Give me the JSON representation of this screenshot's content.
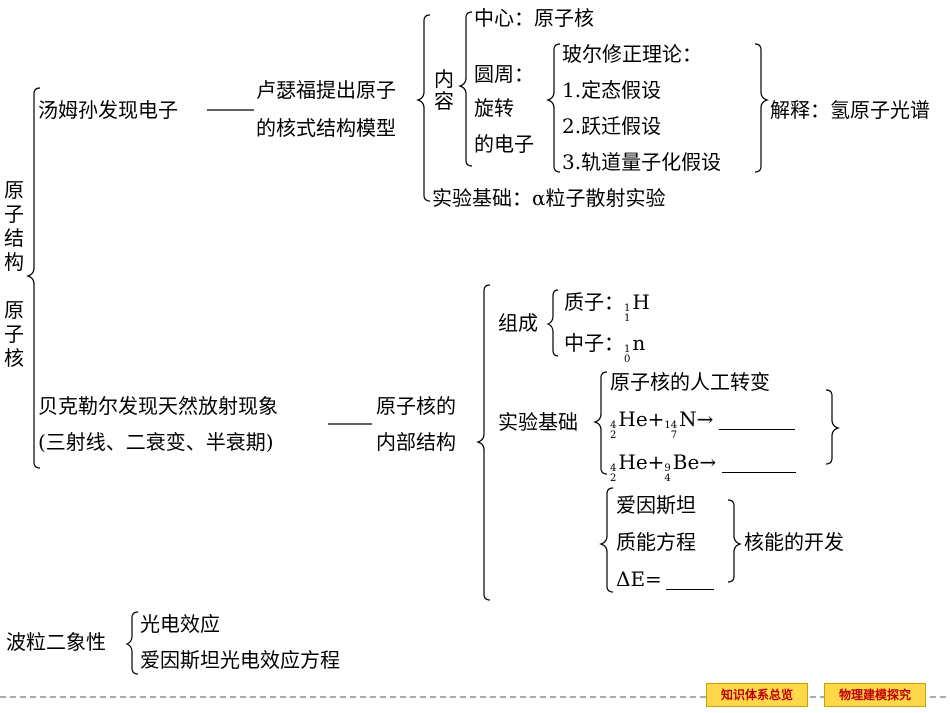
{
  "root": {
    "part1": "原子结构",
    "part2": "原子核",
    "part3": "波粒二象性"
  },
  "atom_structure": {
    "discovery": "汤姆孙发现电子",
    "rutherford_line1": "卢瑟福提出原子",
    "rutherford_line2": "的核式结构模型",
    "content_label": "内容",
    "center": "中心：原子核",
    "orbit_line1": "圆周：",
    "orbit_line2": "旋转",
    "orbit_line3": "的电子",
    "bohr_title": "玻尔修正理论：",
    "bohr_items": [
      "1.定态假设",
      "2.跃迁假设",
      "3.轨道量子化假设"
    ],
    "explain": "解释：氢原子光谱",
    "experiment": "实验基础：α粒子散射实验"
  },
  "nucleus": {
    "discovery_line1": "贝克勒尔发现天然放射现象",
    "discovery_line2": "(三射线、二衰变、半衰期)",
    "inner_line1": "原子核的",
    "inner_line2": "内部结构",
    "composition_label": "组成",
    "proton": "质子：",
    "proton_symbol": "H",
    "proton_mass": "1",
    "proton_charge": "1",
    "neutron": "中子：",
    "neutron_symbol": "n",
    "neutron_mass": "1",
    "neutron_charge": "0",
    "experiment_label": "实验基础",
    "transmutation_title": "原子核的人工转变",
    "reaction1": {
      "a_symbol": "He",
      "a_mass": "4",
      "a_charge": "2",
      "plus": "+",
      "b_symbol": "N",
      "b_mass": "14",
      "b_charge": "7",
      "arrow": "→"
    },
    "reaction2": {
      "a_symbol": "He",
      "a_mass": "4",
      "a_charge": "2",
      "plus": "+",
      "b_symbol": "Be",
      "b_mass": "9",
      "b_charge": "4",
      "arrow": "→"
    },
    "einstein": "爱因斯坦",
    "mass_energy": "质能方程",
    "delta_e": "ΔE=",
    "nuclear_energy": "核能的开发"
  },
  "duality": {
    "items": [
      "光电效应",
      "爱因斯坦光电效应方程"
    ]
  },
  "nav": {
    "summary": "知识体系总览",
    "explore": "物理建模探究"
  }
}
